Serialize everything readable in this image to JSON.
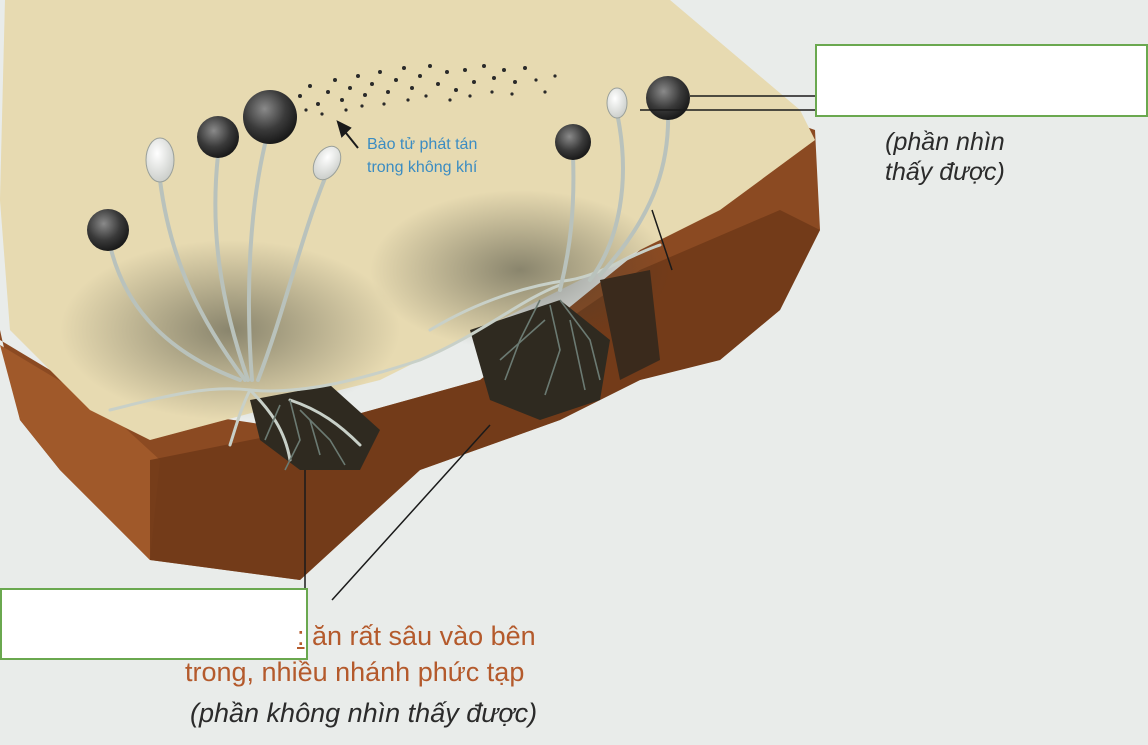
{
  "spore_label": {
    "line1": "Bào tử phát tán",
    "line2": "trong không khí"
  },
  "top_label": {
    "box_text": "",
    "note_line1": "(phần nhìn",
    "note_line2": "thấy được)"
  },
  "bottom_label": {
    "box_text": "",
    "colon": ":",
    "line1": " ăn rất sâu vào bên",
    "line2": "trong, nhiều nhánh phức tạp",
    "line3": "(phần không nhìn thấy được)"
  },
  "colors": {
    "background": "#e9ecea",
    "box_border": "#6aa84f",
    "spore_text": "#3b8cc2",
    "root_text": "#b45a2c"
  }
}
